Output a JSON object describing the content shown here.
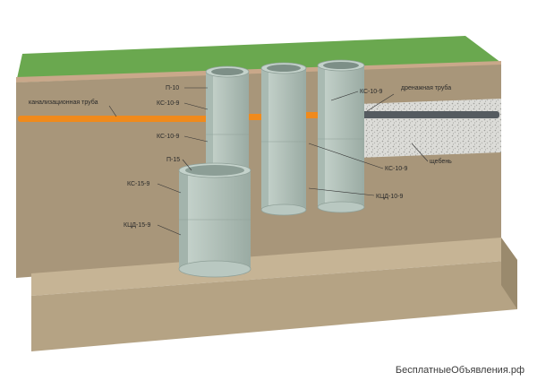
{
  "labels": {
    "p10": "П-10",
    "ks10_left_1": "КС-10-9",
    "ks10_left_2": "КС-10-9",
    "p15": "П-15",
    "ks15": "КС-15-9",
    "kcd15": "КЦД-15-9",
    "sewer_pipe": "канализационная труба",
    "ks10_right_1": "КС-10-9",
    "drain_pipe": "дренажная труба",
    "ks10_right_2": "КС-10-9",
    "gravel": "щебень",
    "kcd10": "КЦД-10-9"
  },
  "watermark": "БесплатныеОбъявления.рф",
  "colors": {
    "grass": "#6aa84f",
    "soil": "#a8967a",
    "soil_dark": "#8f7e63",
    "gravel": "#d8d8d4",
    "concrete": "#b8c8c0",
    "pipe_orange": "#f08a1c",
    "pipe_gray": "#555b60"
  }
}
